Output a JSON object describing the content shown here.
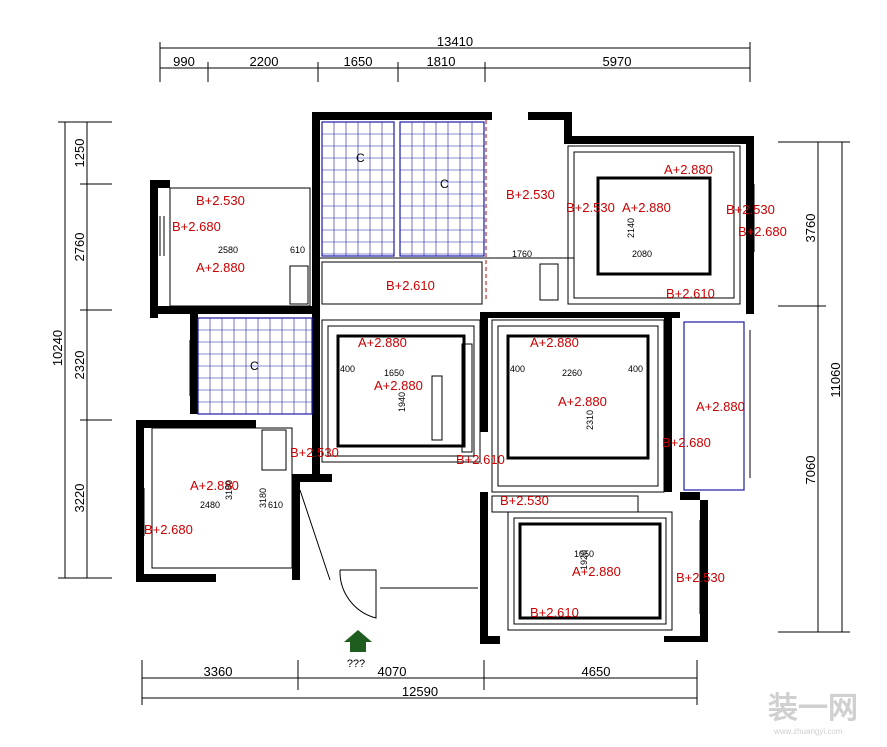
{
  "dimensions": {
    "top_total": "13410",
    "top_segments": [
      "990",
      "2200",
      "1650",
      "1810",
      "5970"
    ],
    "bottom_total": "12590",
    "bottom_segments": [
      "3360",
      "4070",
      "4650"
    ],
    "left_total": "10240",
    "left_segments": [
      "1250",
      "2760",
      "2320",
      "3220"
    ],
    "right_total": "11060",
    "right_segments": [
      "3760",
      "7060"
    ]
  },
  "levels": [
    "B+2.530",
    "B+2.680",
    "A+2.880",
    "B+2.530",
    "B+2.530",
    "A+2.880",
    "A+2.880",
    "B+2.530",
    "B+2.680",
    "B+2.610",
    "B+2.610",
    "A+2.880",
    "A+2.880",
    "A+2.880",
    "A+2.880",
    "A+2.880",
    "B+2.680",
    "B+2.530",
    "B+2.610",
    "A+2.880",
    "B+2.680",
    "B+2.530",
    "A+2.880",
    "B+2.530",
    "B+2.610"
  ],
  "room_dims": [
    "2580",
    "610",
    "1760",
    "2080",
    "400",
    "1650",
    "400",
    "2260",
    "400",
    "2480",
    "610",
    "1050",
    "2140",
    "2310",
    "1940",
    "1920",
    "3180",
    "3180"
  ],
  "tile_marks": [
    "C",
    "C",
    "C"
  ],
  "entrance_label": "???",
  "watermark": {
    "text": "装一网",
    "url": "www.zhuangyi.com"
  }
}
